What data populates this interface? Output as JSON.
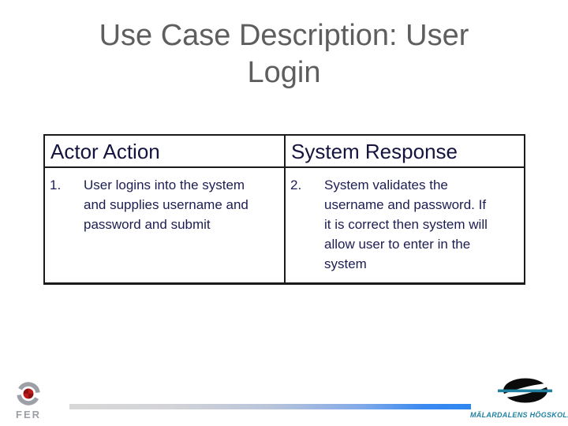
{
  "title": {
    "line1": "Use Case Description: User",
    "line2": "Login"
  },
  "table": {
    "header_actor": "Actor Action",
    "header_system": "System Response",
    "actor_cell": {
      "number": "1.",
      "text": "User logins into the system\nand supplies username and\npassword and submit"
    },
    "system_cell": {
      "number": "2.",
      "text": "System validates the\nusername and password. If\nit is correct then system will\nallow user to enter in the\nsystem"
    }
  },
  "footer": {
    "fer_text": "FER",
    "university": "MÄLARDALENS HÖGSKOLA"
  },
  "colors": {
    "title_gray": "#5e5e5e",
    "table_border": "#1a1a1a",
    "table_text_navy": "#1d1d52",
    "header_text_navy": "#14143e",
    "accent_blue": "#2e86f0",
    "teal": "#1f809f",
    "fer_gray": "#9ea0a8",
    "fer_red": "#bf1818",
    "fer_dark_red": "#8c1212"
  }
}
